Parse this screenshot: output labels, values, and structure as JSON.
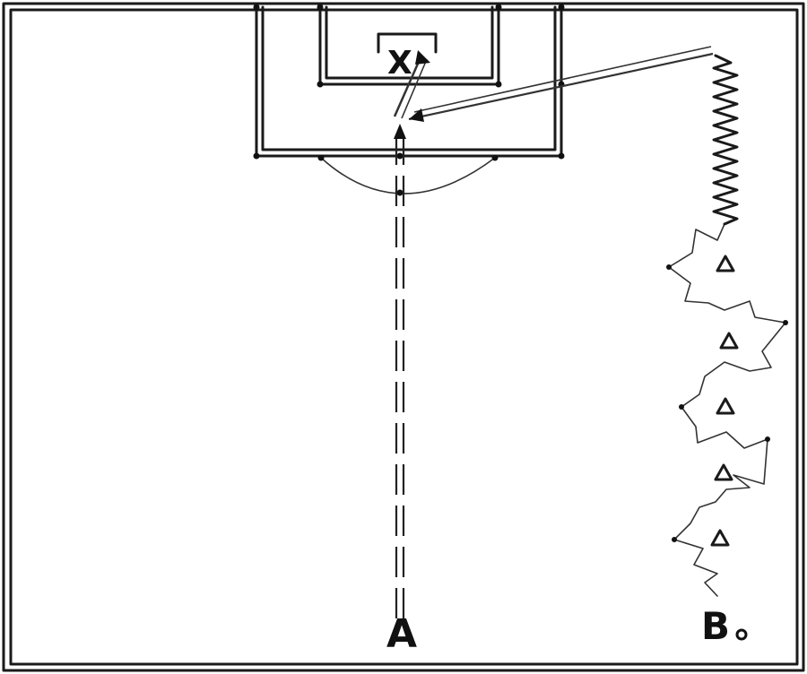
{
  "diagram": {
    "labels": {
      "player_a": "A",
      "player_b": "B",
      "goalkeeper": "X"
    },
    "cone_count": 5,
    "colors": {
      "line": "#1a1a1a",
      "background": "#ffffff"
    }
  }
}
